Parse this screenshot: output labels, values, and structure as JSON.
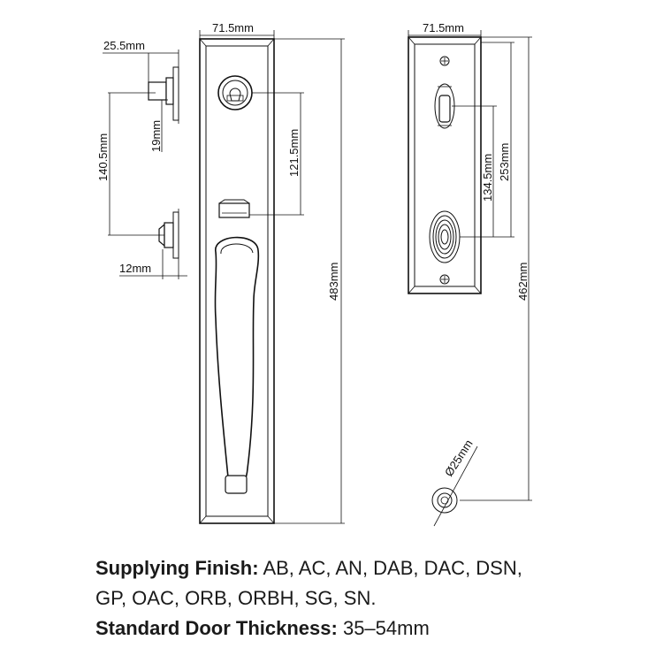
{
  "dimensions": {
    "front_width": "71.5mm",
    "back_width": "71.5mm",
    "latch_projection": "25.5mm",
    "latch_height": "19mm",
    "cylinder_to_handle": "140.5mm",
    "cylinder_to_thumb": "121.5mm",
    "front_height": "483mm",
    "handle_offset": "12mm",
    "back_holes": "134.5mm",
    "back_holes_outer": "253mm",
    "back_height": "462mm",
    "hole_diameter": "Ø25mm"
  },
  "specs": {
    "finish_label": "Supplying Finish:",
    "finish_line1": " AB, AC, AN, DAB, DAC, DSN,",
    "finish_line2": "GP, OAC, ORB, ORBH, SG, SN.",
    "thickness_label": "Standard Door Thickness:",
    "thickness_value": " 35–54mm"
  }
}
